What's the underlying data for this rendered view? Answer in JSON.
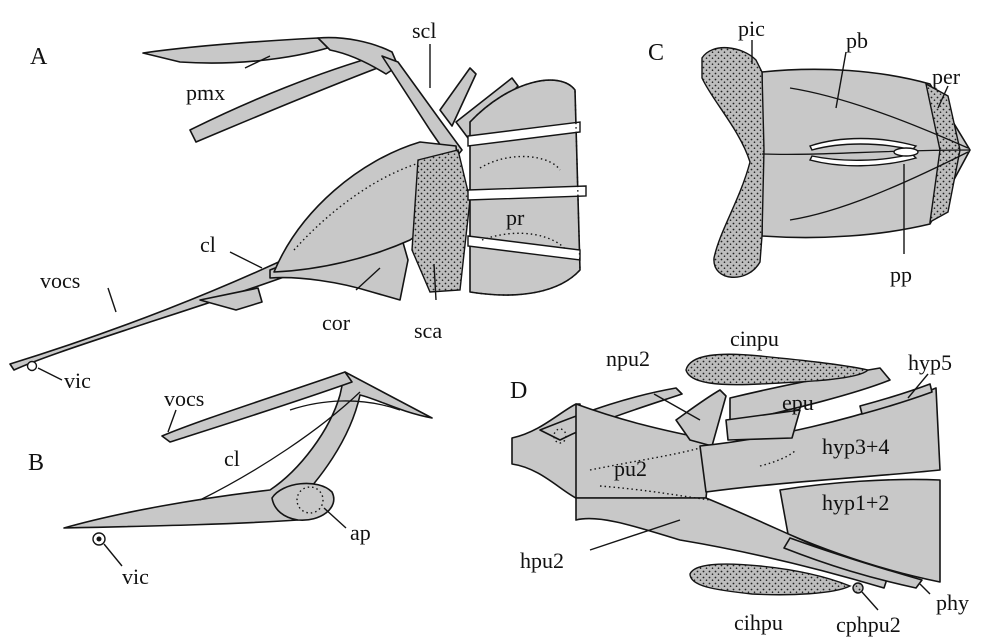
{
  "panels": {
    "A": {
      "letter": "A",
      "labels": {
        "pmx": "pmx",
        "scl": "scl",
        "cl": "cl",
        "vocs": "vocs",
        "vic": "vic",
        "cor": "cor",
        "sca": "sca",
        "pr": "pr"
      }
    },
    "B": {
      "letter": "B",
      "labels": {
        "vocs": "vocs",
        "cl": "cl",
        "vic": "vic",
        "ap": "ap"
      }
    },
    "C": {
      "letter": "C",
      "labels": {
        "pic": "pic",
        "pb": "pb",
        "per": "per",
        "pp": "pp"
      }
    },
    "D": {
      "letter": "D",
      "labels": {
        "cinpu": "cinpu",
        "hyp5": "hyp5",
        "npu2": "npu2",
        "epu": "epu",
        "hyp34": "hyp3+4",
        "pu2": "pu2",
        "hyp12": "hyp1+2",
        "hpu2": "hpu2",
        "phy": "phy",
        "cihpu": "cihpu",
        "cphpu2": "cphpu2"
      }
    }
  },
  "colors": {
    "bone_fill": "#c8c8c8",
    "cartilage_fill": "#b4b4b4",
    "outline": "#141414",
    "background": "#ffffff"
  }
}
